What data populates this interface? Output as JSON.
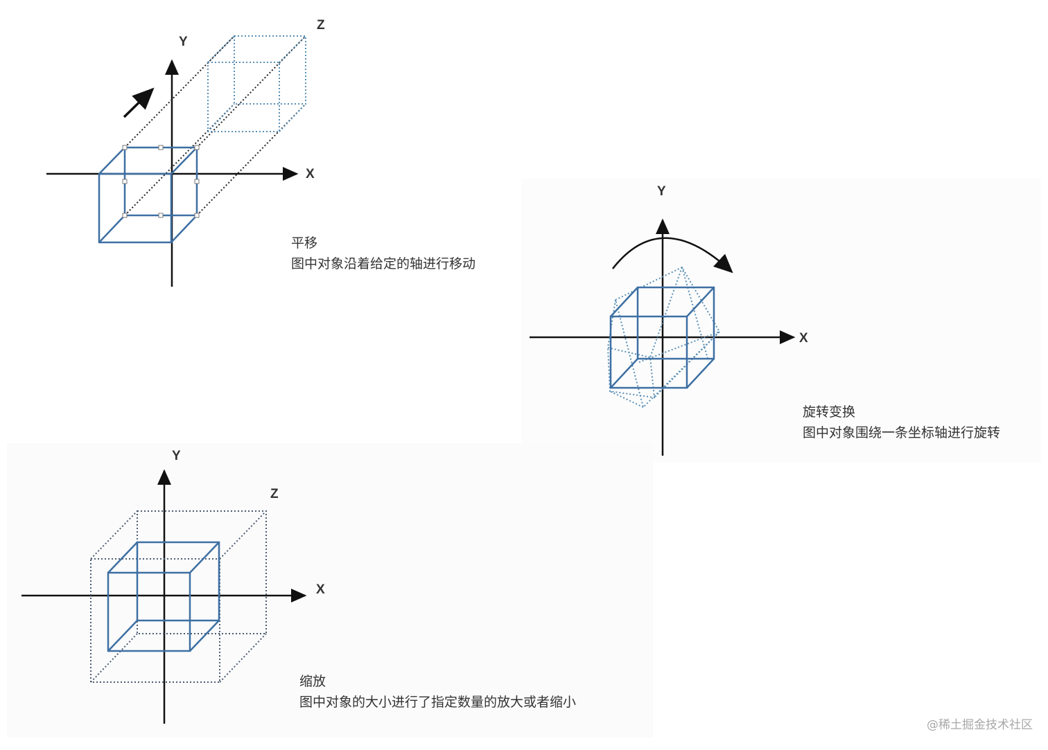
{
  "translation": {
    "title": "平移",
    "description": "图中对象沿着给定的轴进行移动",
    "axes": {
      "x": "X",
      "y": "Y",
      "z": "Z"
    }
  },
  "rotation": {
    "title": "旋转变换",
    "description": "图中对象围绕一条坐标轴进行旋转",
    "axes": {
      "x": "X",
      "y": "Y"
    }
  },
  "scaling": {
    "title": "缩放",
    "description": "图中对象的大小进行了指定数量的放大或者缩小",
    "axes": {
      "x": "X",
      "y": "Y",
      "z": "Z"
    }
  },
  "watermark": "@稀土掘金技术社区",
  "colors": {
    "cube_solid": "#3d6fa3",
    "cube_dotted_blue": "#5a8fb5",
    "cube_dotted_dark": "#4a5a70",
    "axis": "#111111",
    "text": "#333333"
  }
}
